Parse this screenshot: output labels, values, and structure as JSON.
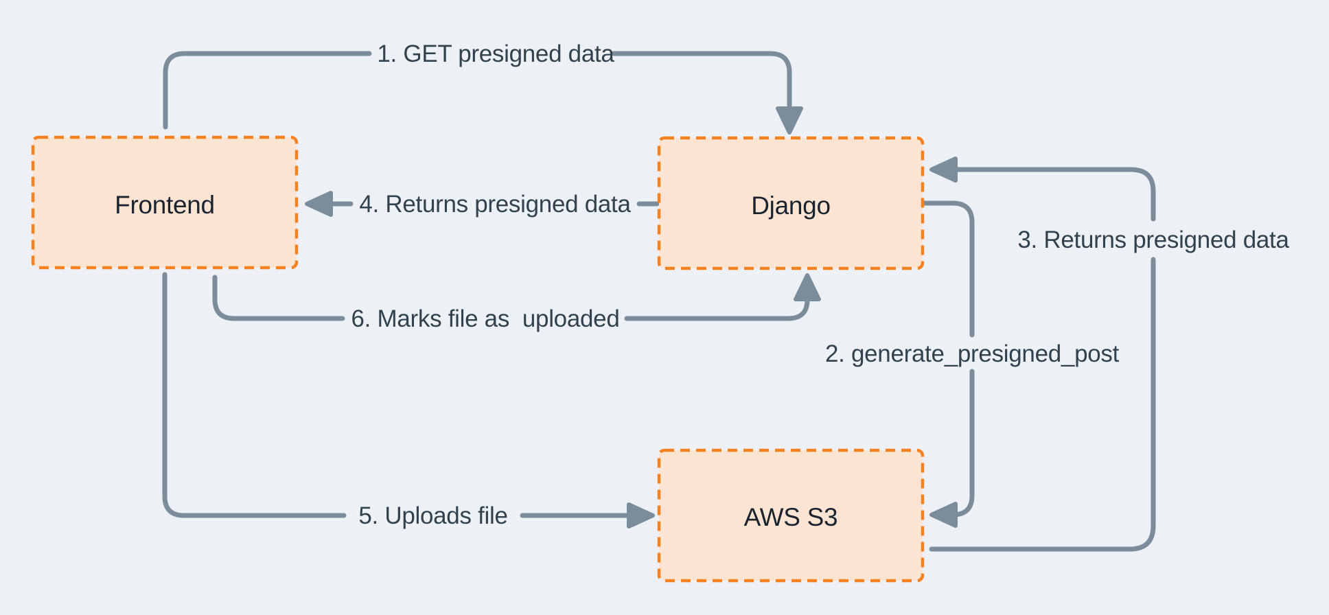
{
  "colors": {
    "background": "#EDF1F5",
    "node_fill": "#FCE4D3",
    "node_border": "#F58220",
    "edge": "#7B8C9B",
    "node_text": "#1B232E",
    "label_text": "#32414E"
  },
  "nodes": {
    "frontend": {
      "label": "Frontend"
    },
    "django": {
      "label": "Django"
    },
    "aws_s3": {
      "label": "AWS S3"
    }
  },
  "edges": {
    "e1": {
      "label": "1. GET presigned data"
    },
    "e2": {
      "label": "2. generate_presigned_post"
    },
    "e3": {
      "label": "3. Returns presigned data"
    },
    "e4": {
      "label": "4. Returns presigned data"
    },
    "e5": {
      "label": "5. Uploads file"
    },
    "e6": {
      "label": "6. Marks file as  uploaded"
    }
  }
}
